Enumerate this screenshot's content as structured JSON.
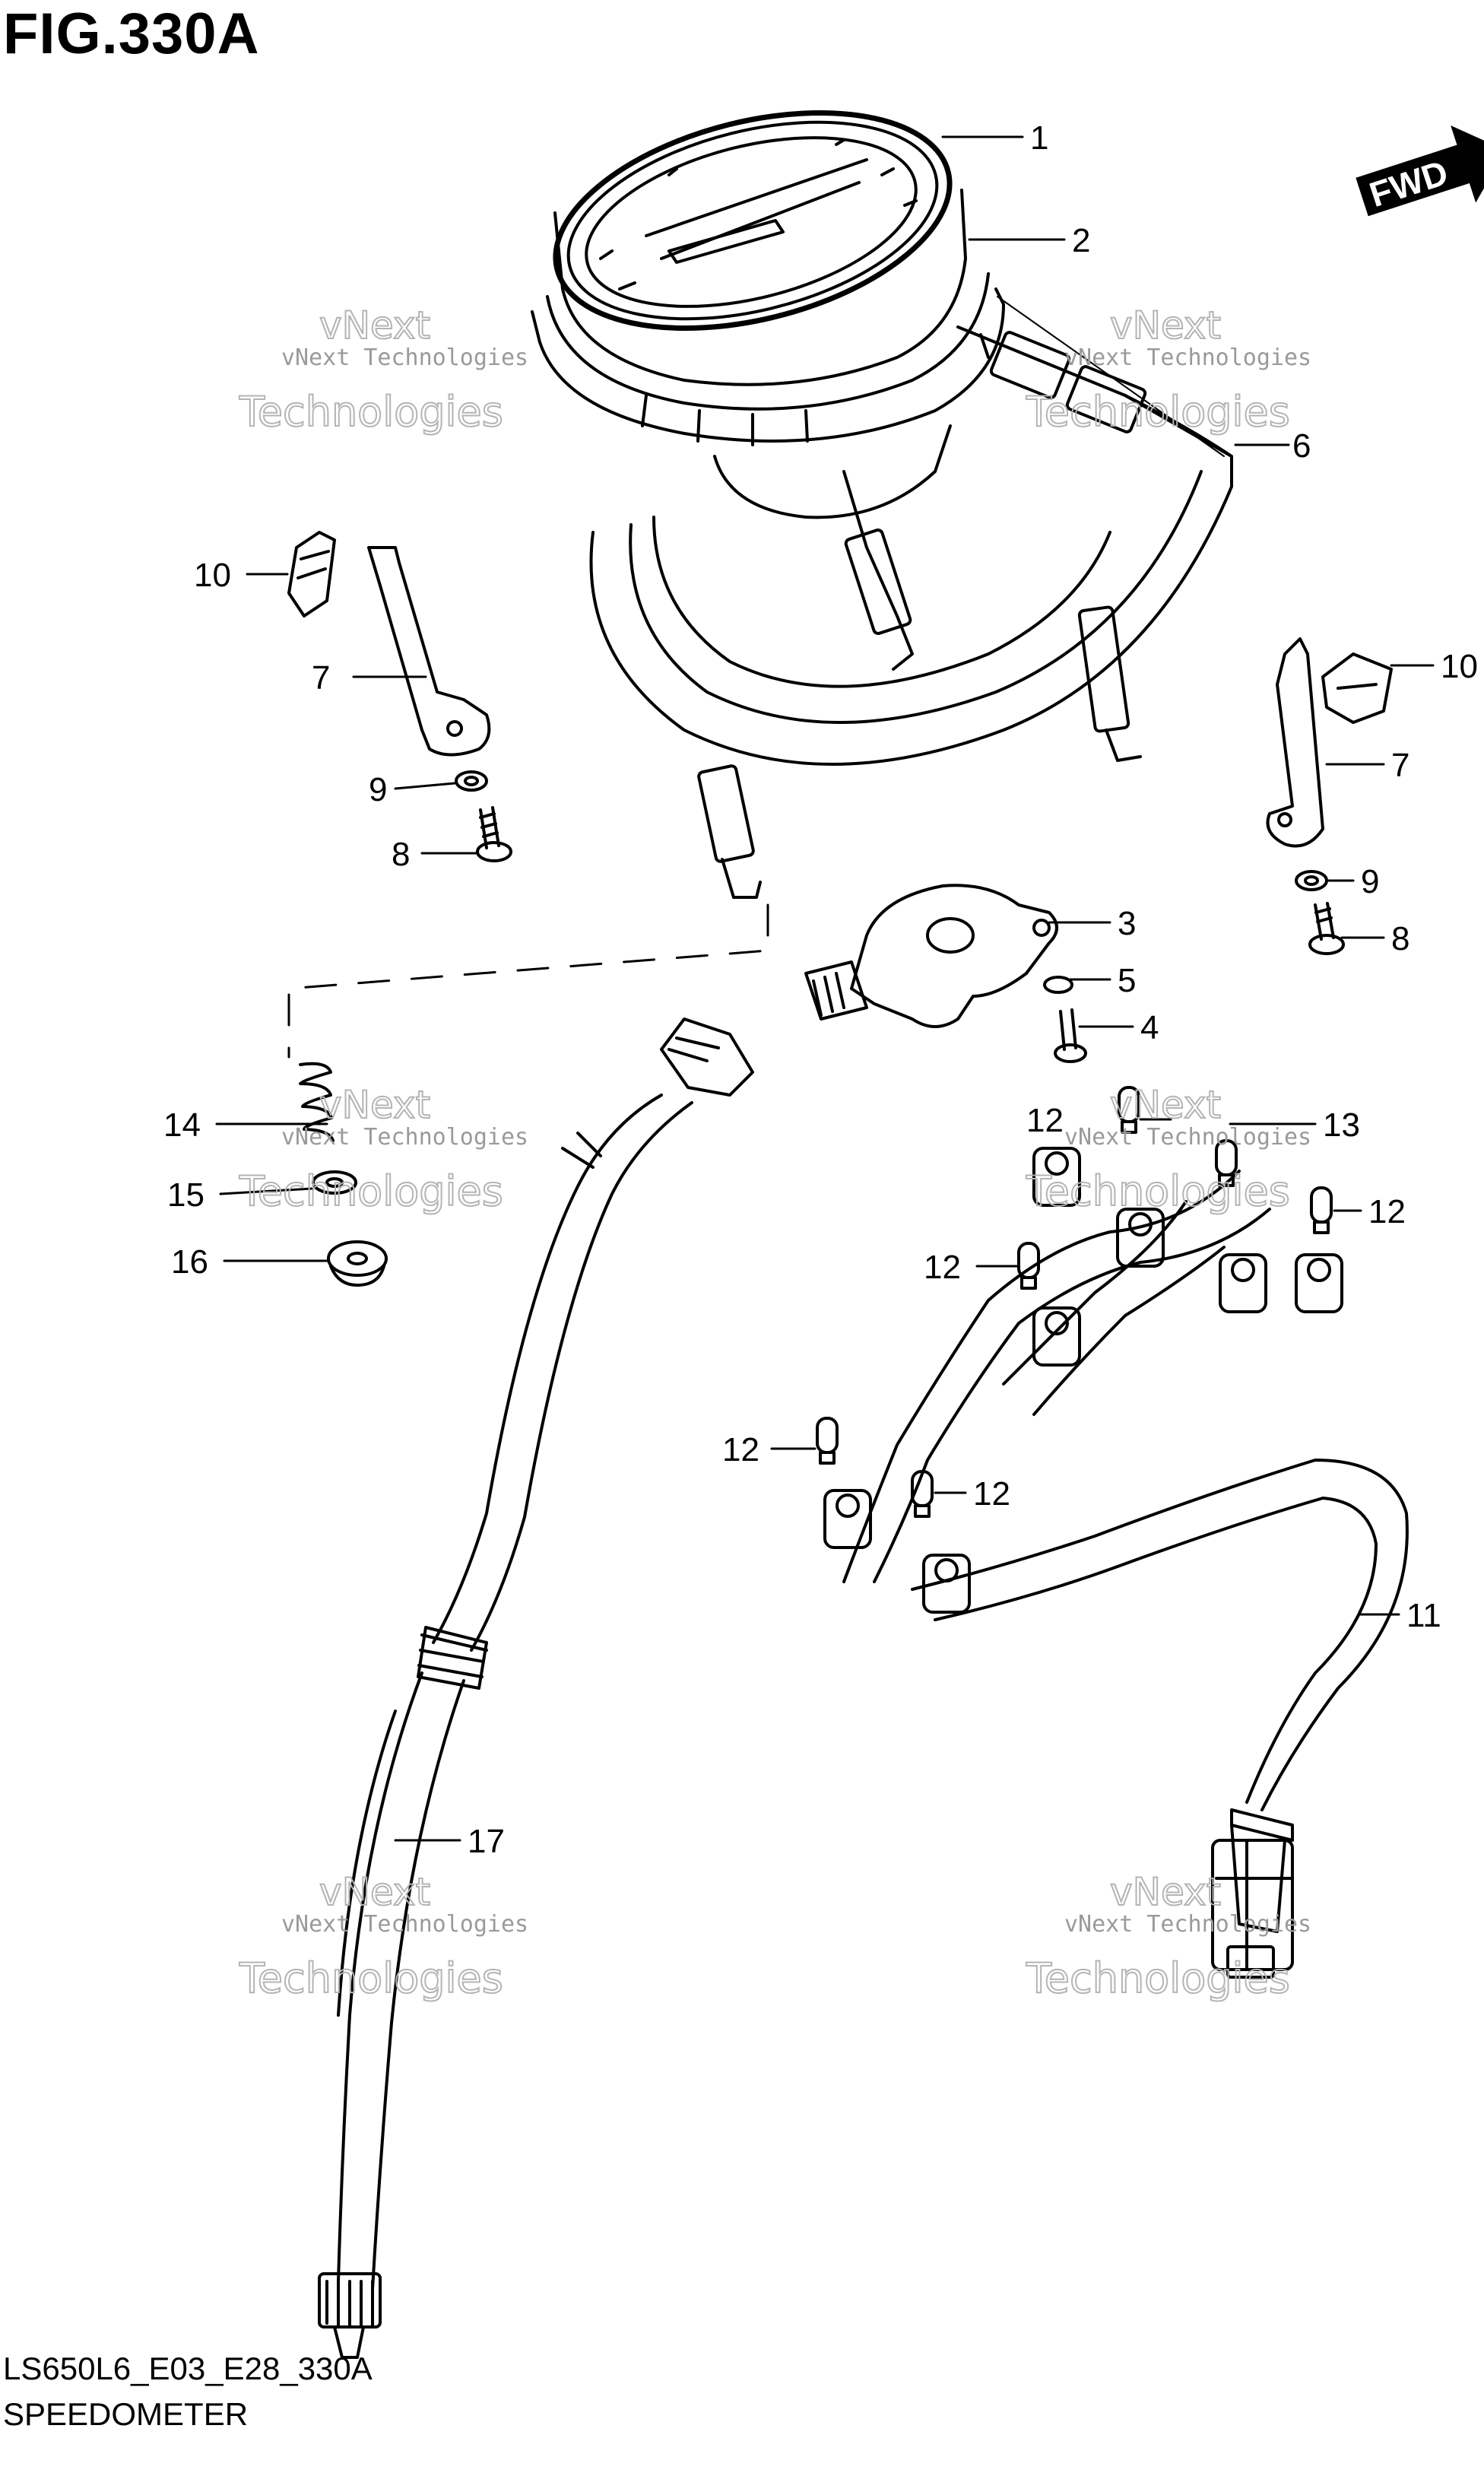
{
  "figure": {
    "title": "FIG.330A",
    "code": "LS650L6_E03_E28_330A",
    "name": "SPEEDOMETER"
  },
  "direction_badge": "FWD",
  "watermark": {
    "line1": "vNext Technologies",
    "line2": "vNext",
    "line3": "Technologies"
  },
  "callouts": {
    "c1": "1",
    "c2": "2",
    "c3": "3",
    "c4": "4",
    "c5": "5",
    "c6": "6",
    "c7a": "7",
    "c7b": "7",
    "c8a": "8",
    "c8b": "8",
    "c9a": "9",
    "c9b": "9",
    "c10a": "10",
    "c10b": "10",
    "c11": "11",
    "c12a": "12",
    "c12b": "12",
    "c12c": "12",
    "c12d": "12",
    "c12e": "12",
    "c13": "13",
    "c14": "14",
    "c15": "15",
    "c16": "16",
    "c17": "17"
  }
}
